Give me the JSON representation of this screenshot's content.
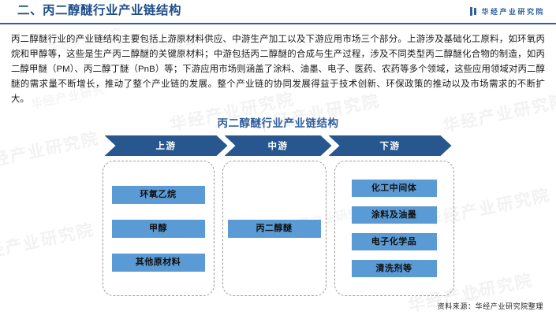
{
  "header": {
    "title": "二、丙二醇醚行业产业链结构",
    "brand": "华经产业研究院",
    "brand_icon": "bars-logo-icon",
    "accent_color": "#2f5f9e"
  },
  "body": {
    "paragraph": "丙二醇醚行业的产业链结构主要包括上游原材料供应、中游生产加工以及下游应用市场三个部分。上游涉及基础化工原料，如环氧丙烷和甲醇等，这些是生产丙二醇醚的关键原材料；中游包括丙二醇醚的合成与生产过程，涉及不同类型丙二醇醚化合物的制造，如丙二醇甲醚（PM）、丙二醇丁醚（PnB）等；下游应用市场则涵盖了涂料、油墨、电子、医药、农药等多个领域，这些应用领域对丙二醇醚的需求量不断增长，推动了整个产业链的发展。整个产业链的协同发展得益于技术创新、环保政策的推动以及市场需求的不断扩大。"
  },
  "chart_data": {
    "type": "diagram",
    "title": "丙二醇醚行业产业链结构",
    "stages": [
      {
        "id": "upstream",
        "label": "上游",
        "nodes": [
          "环氧乙烷",
          "甲醇",
          "其他原材料"
        ]
      },
      {
        "id": "midstream",
        "label": "中游",
        "nodes": [
          "丙二醇醚"
        ]
      },
      {
        "id": "downstream",
        "label": "下游",
        "nodes": [
          "化工中间体",
          "涂料及油墨",
          "电子化学品",
          "清洗剂等"
        ]
      }
    ],
    "colors": {
      "chevron": "#28578f",
      "node": "#5b9bd5",
      "node_text": "#111111",
      "dashed_border": "#9a9a9a"
    }
  },
  "footer": {
    "source": "资料来源：华经产业研究院整理"
  },
  "watermarks": {
    "text": "华经产业研究院",
    "short": "华经产业研究"
  }
}
